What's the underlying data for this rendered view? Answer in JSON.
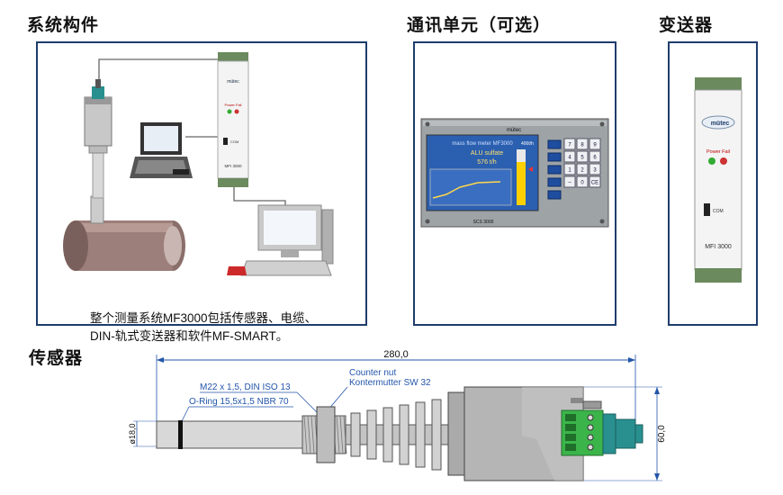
{
  "headings": {
    "system": "系统构件",
    "comm": "通讯单元（可选）",
    "transmitter": "变送器",
    "sensor": "传感器"
  },
  "system_panel": {
    "caption_line1": "整个测量系统MF3000包括传感器、电缆、",
    "caption_line2": "DIN-轨式变送器和软件MF-SMART。",
    "transmitter_brand": "mütec",
    "transmitter_model": "MFI 3000",
    "led_label": "Power Fail",
    "com_label": "COM"
  },
  "comm_panel": {
    "brand": "mütec",
    "screen_title": "mass flow meter MF3000",
    "screen_product": "ALU sulfate",
    "screen_value": "576 t/h",
    "screen_unit": "400t/h",
    "model": "SCS 3000",
    "keys": [
      "7",
      "8",
      "9",
      "4",
      "5",
      "6",
      "1",
      "2",
      "3",
      "–",
      "0",
      "CE"
    ]
  },
  "transmitter_panel": {
    "brand": "mütec",
    "led_label": "Power Fail",
    "com_label": "COM",
    "model": "MFI 3000"
  },
  "sensor_drawing": {
    "total_length": "280,0",
    "thread_label": "M22 x 1,5, DIN ISO 13",
    "oring_label": "O-Ring 15,5x1,5 NBR 70",
    "nut_label_1": "Counter nut",
    "nut_label_2": "Kontermutter SW 32",
    "diameter_label": "ø18,0",
    "height_label": "60,0"
  },
  "colors": {
    "panel_border": "#1f3d6b",
    "dimension_line": "#2255aa",
    "terminal_green": "#3bb54a",
    "gland_teal": "#2a8f8f",
    "screen_blue": "#2b5fb0"
  }
}
